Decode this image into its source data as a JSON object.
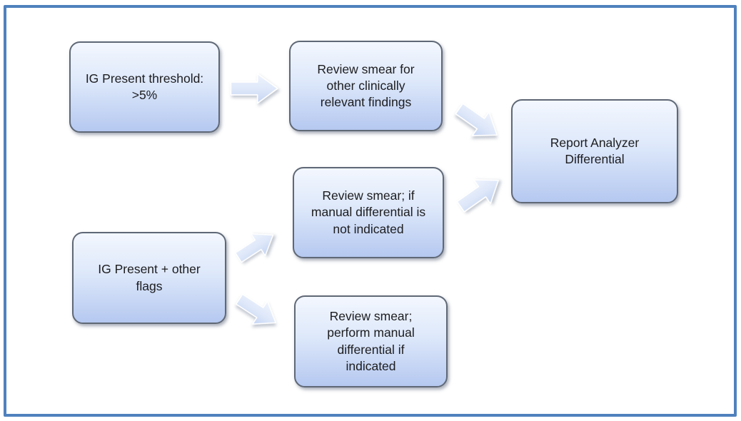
{
  "diagram": {
    "type": "flowchart",
    "frame_border_color": "#4f81bd",
    "background_color": "#ffffff",
    "node_style": {
      "fill_top": "#f3f7fe",
      "fill_bottom": "#b5c8f0",
      "border_color": "#5f6876",
      "text_color": "#1d1d1f"
    },
    "arrow_style": {
      "fill_top": "#eff3fc",
      "fill_bottom": "#c7d5f3",
      "outline_color": "#ffffff"
    },
    "nodes": [
      {
        "id": "ig-present-threshold",
        "label": "IG Present threshold:\n>5%"
      },
      {
        "id": "review-smear-clinical",
        "label": "Review smear for\nother clinically\nrelevant findings"
      },
      {
        "id": "report-analyzer-differential",
        "label": "Report Analyzer\nDifferential"
      },
      {
        "id": "review-smear-not-indicated",
        "label": "Review smear; if\nmanual differential is\nnot indicated"
      },
      {
        "id": "ig-present-other-flags",
        "label": "IG Present + other\nflags"
      },
      {
        "id": "review-smear-perform-manual",
        "label": "Review smear;\nperform manual\ndifferential if\nindicated"
      }
    ],
    "arrows": [
      {
        "from": "ig-present-threshold",
        "to": "review-smear-clinical",
        "direction": "right"
      },
      {
        "from": "review-smear-clinical",
        "to": "report-analyzer-differential",
        "direction": "down-right"
      },
      {
        "from": "review-smear-not-indicated",
        "to": "report-analyzer-differential",
        "direction": "up-right"
      },
      {
        "from": "ig-present-other-flags",
        "to": "review-smear-not-indicated",
        "direction": "up-right"
      },
      {
        "from": "ig-present-other-flags",
        "to": "review-smear-perform-manual",
        "direction": "down-right"
      }
    ]
  }
}
